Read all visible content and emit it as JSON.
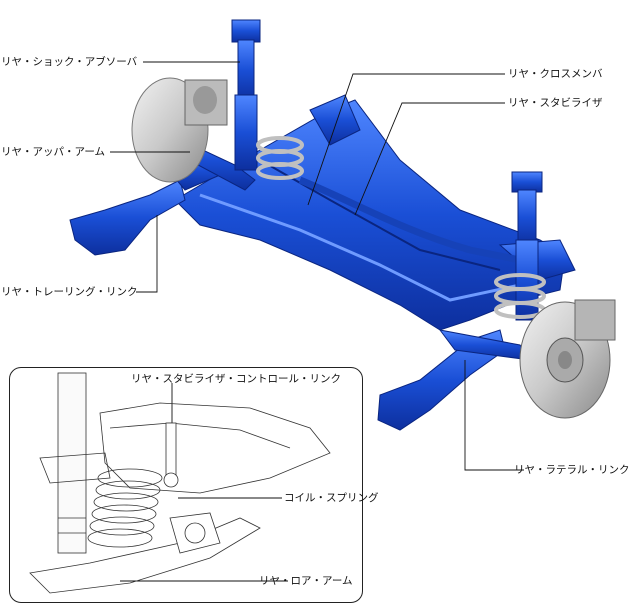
{
  "labels": {
    "rear_shock_absorber": "リヤ・ショック・アブソーバ",
    "rear_upper_arm": "リヤ・アッパ・アーム",
    "rear_trailing_link": "リヤ・トレーリング・リンク",
    "rear_crossmember": "リヤ・クロスメンバ",
    "rear_stabilizer": "リヤ・スタビライザ",
    "rear_lateral_link": "リヤ・ラテラル・リンク",
    "rear_stabilizer_control_link": "リヤ・スタビライザ・コントロール・リンク",
    "coil_spring": "コイル・スプリング",
    "rear_lower_arm": "リヤ・ロア・アーム"
  },
  "colors": {
    "part_blue": "#1a4fd6",
    "part_blue_dark": "#0d2f9e",
    "part_blue_light": "#4f86ff",
    "metal_grey": "#c9c9c9",
    "line": "#111111"
  }
}
